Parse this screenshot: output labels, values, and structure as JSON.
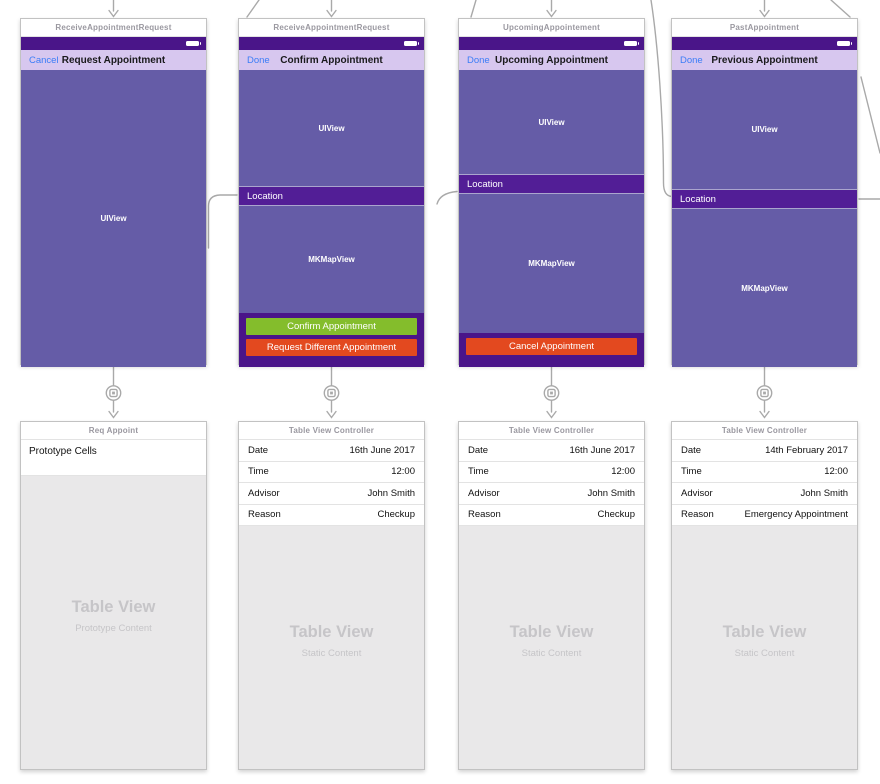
{
  "colors": {
    "status_bar_purple": "#4A1589",
    "nav_bar_lavender": "#D7C7EF",
    "view_purple": "#655CA7",
    "location_bar_purple": "#521E96",
    "footer_purple": "#4A1589",
    "confirm_green": "#84BD2C",
    "alert_red": "#E3491F",
    "link_blue": "#3B7DF7",
    "doc_title_gray": "#9A98A0",
    "table_gray": "#E9E8E9",
    "placeholder_gray": "#C6C5C8",
    "segue_line_gray": "#A9A9A9"
  },
  "top_controllers": [
    {
      "doc_title": "ReceiveAppointmentRequest",
      "nav_left": "Cancel",
      "nav_title": "Request Appointment",
      "view_label": "UIView"
    },
    {
      "doc_title": "ReceiveAppointmentRequest",
      "nav_left": "Done",
      "nav_title": "Confirm Appointment",
      "view_label": "UIView",
      "location_label": "Location",
      "map_label": "MKMapView",
      "buttons": [
        {
          "label": "Confirm Appointment"
        },
        {
          "label": "Request Different Appointment"
        }
      ]
    },
    {
      "doc_title": "UpcomingAppointement",
      "nav_left": "Done",
      "nav_title": "Upcoming Appointment",
      "view_label": "UIView",
      "location_label": "Location",
      "map_label": "MKMapView",
      "buttons": [
        {
          "label": "Cancel Appointment"
        }
      ]
    },
    {
      "doc_title": "PastAppointment",
      "nav_left": "Done",
      "nav_title": "Previous Appointment",
      "view_label": "UIView",
      "location_label": "Location",
      "map_label": "MKMapView"
    }
  ],
  "bottom_controllers": [
    {
      "doc_title": "Req Appoint",
      "prototype_header": "Prototype Cells",
      "placeholder_title": "Table View",
      "placeholder_subtitle": "Prototype Content"
    },
    {
      "doc_title": "Table View Controller",
      "rows": [
        {
          "label": "Date",
          "value": "16th June 2017"
        },
        {
          "label": "Time",
          "value": "12:00"
        },
        {
          "label": "Advisor",
          "value": "John Smith"
        },
        {
          "label": "Reason",
          "value": "Checkup"
        }
      ],
      "placeholder_title": "Table View",
      "placeholder_subtitle": "Static Content"
    },
    {
      "doc_title": "Table View Controller",
      "rows": [
        {
          "label": "Date",
          "value": "16th June 2017"
        },
        {
          "label": "Time",
          "value": "12:00"
        },
        {
          "label": "Advisor",
          "value": "John Smith"
        },
        {
          "label": "Reason",
          "value": "Checkup"
        }
      ],
      "placeholder_title": "Table View",
      "placeholder_subtitle": "Static Content"
    },
    {
      "doc_title": "Table View Controller",
      "rows": [
        {
          "label": "Date",
          "value": "14th February 2017"
        },
        {
          "label": "Time",
          "value": "12:00"
        },
        {
          "label": "Advisor",
          "value": "John Smith"
        },
        {
          "label": "Reason",
          "value": "Emergency Appointment"
        }
      ],
      "placeholder_title": "Table View",
      "placeholder_subtitle": "Static Content"
    }
  ]
}
